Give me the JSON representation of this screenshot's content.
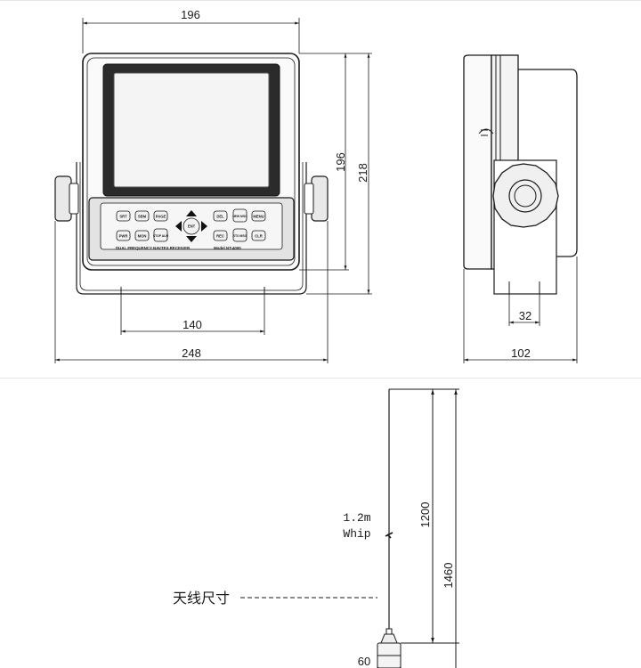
{
  "front_view": {
    "dim_width_display": "196",
    "dim_height_display": "196",
    "dim_height_total": "218",
    "dim_bracket_holes": "140",
    "dim_bracket_width": "248",
    "keypad": {
      "row1": [
        "SRT",
        "SBM",
        "PAGE"
      ],
      "row1_right": [
        "DEL",
        "NEW MSG",
        "MENU"
      ],
      "row2": [
        "PWR",
        "MON",
        "STOP ALM"
      ],
      "row2_right": [
        "REC",
        "STO MSG",
        "CLR"
      ],
      "center": "ENT"
    },
    "panel_caption": "DUAL FREQUENCY NAVTEX RECEIVER",
    "model_label": "Model  NT-4000"
  },
  "side_view": {
    "dim_depth": "102",
    "dim_slot": "32"
  },
  "antenna": {
    "whip_label_1": "1.2m",
    "whip_label_2": "Whip",
    "dim_whip": "1200",
    "dim_total": "1460",
    "dim_base": "60",
    "size_label": "天线尺寸"
  }
}
